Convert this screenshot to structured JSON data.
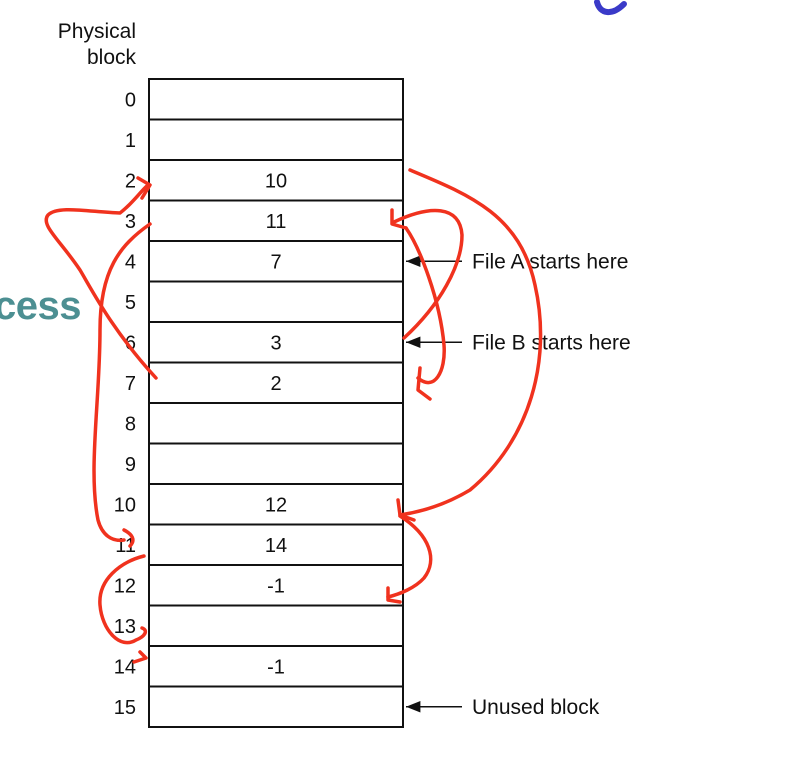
{
  "header": {
    "line1": "Physical",
    "line2": "block"
  },
  "partial_slide_text": "cess",
  "fat": {
    "indices": [
      "0",
      "1",
      "2",
      "3",
      "4",
      "5",
      "6",
      "7",
      "8",
      "9",
      "10",
      "11",
      "12",
      "13",
      "14",
      "15"
    ],
    "entries": [
      "",
      "",
      "10",
      "11",
      "7",
      "",
      "3",
      "2",
      "",
      "",
      "12",
      "14",
      "-1",
      "",
      "-1",
      ""
    ]
  },
  "annotations": [
    {
      "row": 4,
      "text": "File A starts here"
    },
    {
      "row": 6,
      "text": "File B starts here"
    },
    {
      "row": 15,
      "text": "Unused block"
    }
  ],
  "colors": {
    "ink": "#111111",
    "handwriting": "#f0321e",
    "slide_heading": "#4c8f92",
    "slide_accent": "#3a3ac8"
  }
}
